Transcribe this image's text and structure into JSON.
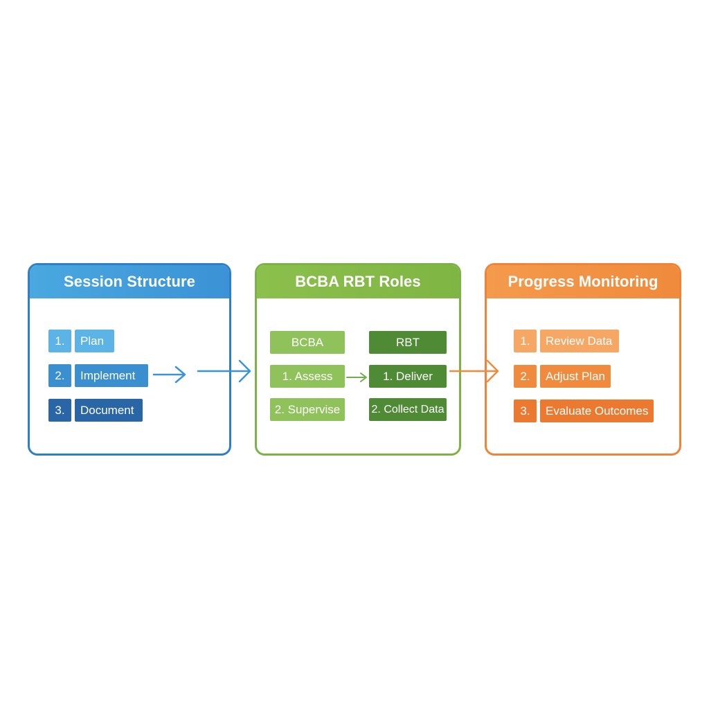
{
  "panels": {
    "session": {
      "title": "Session Structure",
      "steps": [
        {
          "number": "1.",
          "label": "Plan"
        },
        {
          "number": "2.",
          "label": "Implement"
        },
        {
          "number": "3.",
          "label": "Document"
        }
      ]
    },
    "roles": {
      "title": "BCBA RBT Roles",
      "bcba": {
        "header": "BCBA",
        "items": [
          "1. Assess",
          "2. Supervise"
        ]
      },
      "rbt": {
        "header": "RBT",
        "items": [
          "1. Deliver",
          "2. Collect Data"
        ]
      }
    },
    "progress": {
      "title": "Progress Monitoring",
      "steps": [
        {
          "number": "1.",
          "label": "Review Data"
        },
        {
          "number": "2.",
          "label": "Adjust Plan"
        },
        {
          "number": "3.",
          "label": "Evaluate Outcomes"
        }
      ]
    }
  },
  "colors": {
    "blue_light": "#5cb3e6",
    "blue_mid": "#3a8fcf",
    "blue_dark": "#2a66a6",
    "green_light": "#8fc25a",
    "green_dark": "#4f8b35",
    "orange_light": "#f6a763",
    "orange_mid": "#f08a3c",
    "orange_dark": "#eb7a30"
  }
}
